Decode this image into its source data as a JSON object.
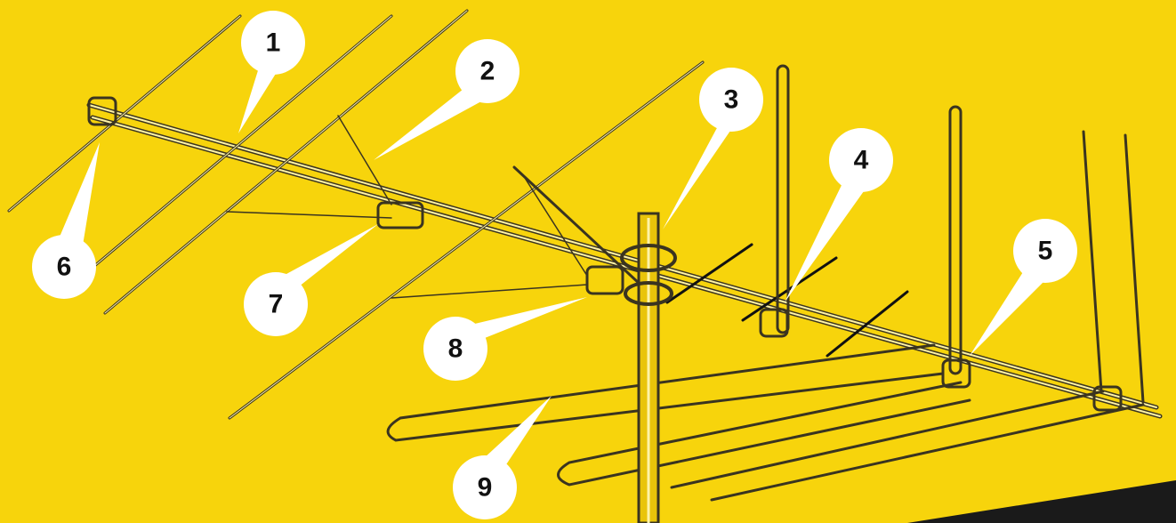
{
  "colors": {
    "background": "#f7d40c",
    "callout_fill": "#ffffff",
    "callout_text": "#111111",
    "rod": "#3a3420",
    "rod_highlight": "#fff3a6"
  },
  "callouts": [
    {
      "id": "1",
      "label": "1"
    },
    {
      "id": "2",
      "label": "2"
    },
    {
      "id": "3",
      "label": "3"
    },
    {
      "id": "4",
      "label": "4"
    },
    {
      "id": "5",
      "label": "5"
    },
    {
      "id": "6",
      "label": "6"
    },
    {
      "id": "7",
      "label": "7"
    },
    {
      "id": "8",
      "label": "8"
    },
    {
      "id": "9",
      "label": "9"
    }
  ]
}
